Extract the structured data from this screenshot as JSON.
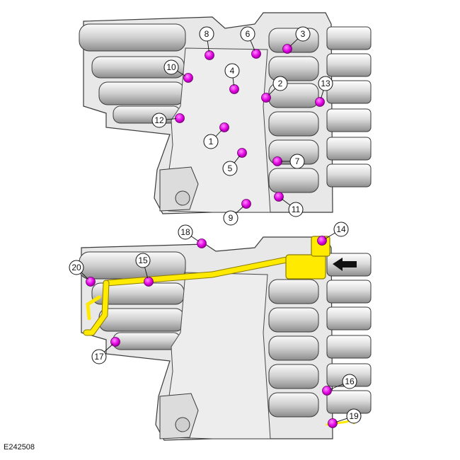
{
  "figure": {
    "code": "E242508",
    "colors": {
      "body_light": "#f0f0f0",
      "body_mid": "#d6d6d6",
      "body_dark": "#9a9a9a",
      "outline": "#3a3a3a",
      "bolt": "#e000e0",
      "harness": "#ffea00",
      "harness_outline": "#8a7a00",
      "arrow": "#111111"
    },
    "callouts": [
      {
        "id": "1",
        "label": "1"
      },
      {
        "id": "2",
        "label": "2"
      },
      {
        "id": "3",
        "label": "3"
      },
      {
        "id": "4",
        "label": "4"
      },
      {
        "id": "5",
        "label": "5"
      },
      {
        "id": "6",
        "label": "6"
      },
      {
        "id": "7",
        "label": "7"
      },
      {
        "id": "8",
        "label": "8"
      },
      {
        "id": "9",
        "label": "9"
      },
      {
        "id": "10",
        "label": "10"
      },
      {
        "id": "11",
        "label": "11"
      },
      {
        "id": "12",
        "label": "12"
      },
      {
        "id": "13",
        "label": "13"
      },
      {
        "id": "14",
        "label": "14"
      },
      {
        "id": "15",
        "label": "15"
      },
      {
        "id": "16",
        "label": "16"
      },
      {
        "id": "17",
        "label": "17"
      },
      {
        "id": "18",
        "label": "18"
      },
      {
        "id": "19",
        "label": "19"
      },
      {
        "id": "20",
        "label": "20"
      }
    ]
  }
}
